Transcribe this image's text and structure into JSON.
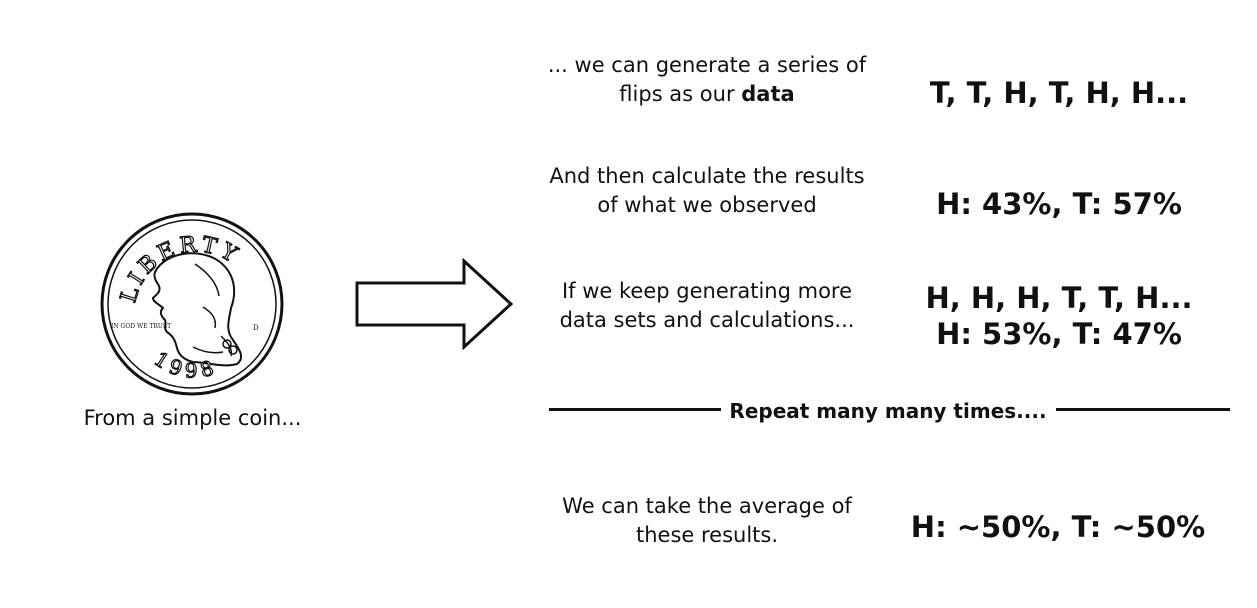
{
  "coin": {
    "motto_top": "LIBERTY",
    "motto_left": "IN GOD WE TRUST",
    "mint_mark": "D",
    "year": "1998",
    "caption": "From a simple coin..."
  },
  "steps": [
    {
      "desc_pre": "... we can generate a series of flips as our ",
      "desc_bold": "data",
      "result_lines": [
        "T, T, H, T, H, H..."
      ]
    },
    {
      "desc": "And then calculate the results of what we observed",
      "result_lines": [
        "H: 43%, T: 57%"
      ]
    },
    {
      "desc": "If we keep generating more data sets and calculations...",
      "result_lines": [
        "H, H, H, T, T, H...",
        "H: 53%, T: 47%"
      ]
    }
  ],
  "divider": {
    "label": "Repeat many many times...."
  },
  "final": {
    "desc": "We can take the average of these results.",
    "result": "H: ~50%, T: ~50%"
  }
}
